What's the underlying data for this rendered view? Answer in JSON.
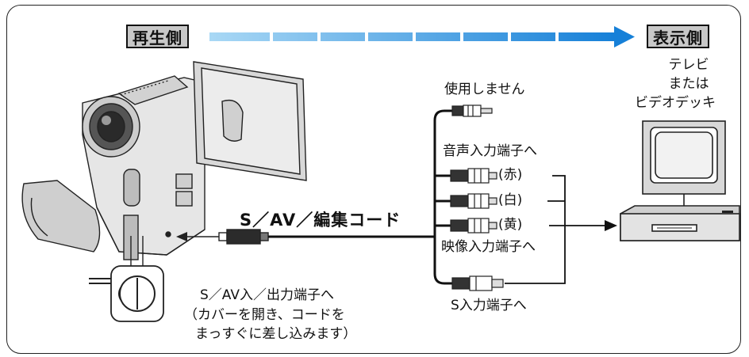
{
  "playback_side": "再生側",
  "display_side": "表示側",
  "tv": {
    "line1": "テレビ",
    "line2": "または",
    "line3": "ビデオデッキ"
  },
  "unused": "使用しません",
  "audio_in": "音声入力端子へ",
  "plug_red": "(赤)",
  "plug_white": "(白)",
  "plug_yellow": "(黄)",
  "video_in": "映像入力端子へ",
  "s_in": "S入力端子へ",
  "cord_name": "S／AV／編集コード",
  "terminal": {
    "line1": "S／AV入／出力端子へ",
    "line2": "（カバーを開き、コードを",
    "line3": "まっすぐに差し込みます）"
  },
  "colors": {
    "arrow_blue": "#1e8fe0",
    "arrow_light": "#9ad0f2",
    "label_bg": "#c8c8c8"
  }
}
